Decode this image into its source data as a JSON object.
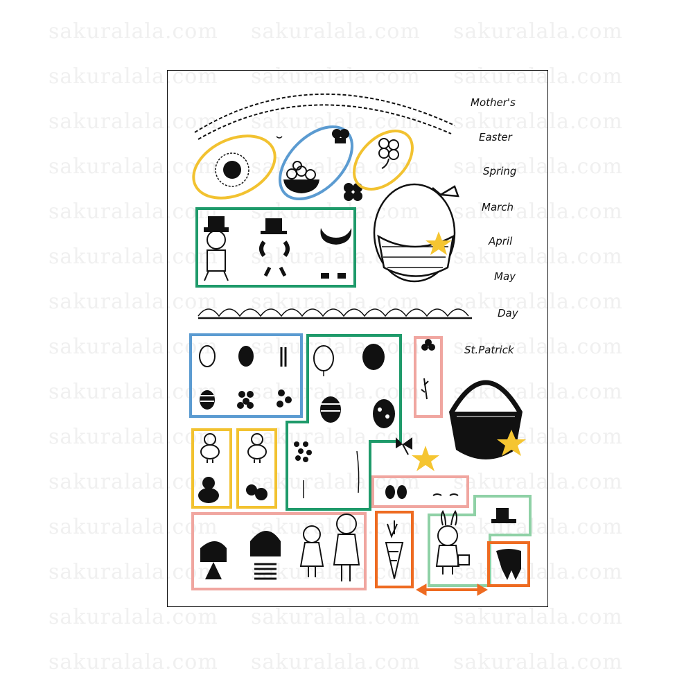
{
  "watermark": {
    "text": "sakuralala.com",
    "color": "#eeeeee"
  },
  "labels": [
    "Mother's",
    "Easter",
    "Spring",
    "March",
    "April",
    "May",
    "Day",
    "St.Patrick"
  ],
  "colors": {
    "yellow": "#f2c230",
    "blue": "#5b9bd1",
    "green": "#1e9a6a",
    "pink": "#f0a6a0",
    "orange": "#ee6b21",
    "mint": "#8fd1a6",
    "star": "#f5c531",
    "ink": "#111111"
  },
  "icons": [
    "sun-icon",
    "pot-of-gold-icon",
    "clover-icon",
    "basket-icon",
    "leprechaun-icon",
    "grass-border-icon",
    "egg-icon",
    "balloon-icon",
    "chick-icon",
    "bow-icon",
    "star-icon",
    "carrot-icon",
    "bunny-icon",
    "girls-icon",
    "hat-icon",
    "tooth-icon",
    "double-arrow-icon"
  ]
}
